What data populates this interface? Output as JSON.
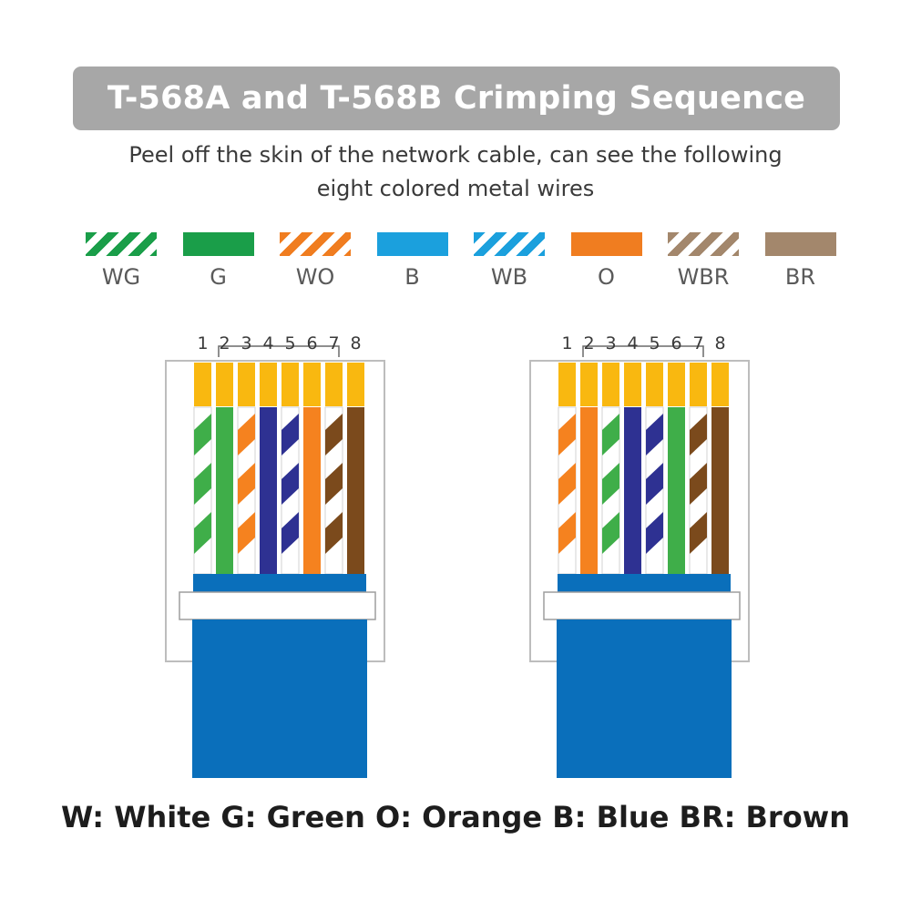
{
  "title": "T-568A and T-568B Crimping Sequence",
  "subtitle_lines": [
    "Peel off the skin of the network cable, can see the following",
    "eight colored metal wires"
  ],
  "colors": {
    "green": "#1a9e49",
    "orange": "#f07d20",
    "blue": "#1ba0dd",
    "brown": "#a3876c",
    "pin_gold": "#f9b810",
    "wire_green": "#3fae49",
    "wire_orange": "#f5821f",
    "wire_blue": "#2e3192",
    "wire_brown": "#7b4a1c",
    "jacket_blue": "#0a6fbb"
  },
  "legend": [
    {
      "code": "WG",
      "color": "green",
      "striped": true
    },
    {
      "code": "G",
      "color": "green",
      "striped": false
    },
    {
      "code": "WO",
      "color": "orange",
      "striped": true
    },
    {
      "code": "B",
      "color": "blue",
      "striped": false
    },
    {
      "code": "WB",
      "color": "blue",
      "striped": true
    },
    {
      "code": "O",
      "color": "orange",
      "striped": false
    },
    {
      "code": "WBR",
      "color": "brown",
      "striped": true
    },
    {
      "code": "BR",
      "color": "brown",
      "striped": false
    }
  ],
  "pin_numbers": [
    "1",
    "2",
    "3",
    "4",
    "5",
    "6",
    "7",
    "8"
  ],
  "connectors": [
    {
      "id": "t568a",
      "wires": [
        {
          "color": "wire_green",
          "striped": true
        },
        {
          "color": "wire_green",
          "striped": false
        },
        {
          "color": "wire_orange",
          "striped": true
        },
        {
          "color": "wire_blue",
          "striped": false
        },
        {
          "color": "wire_blue",
          "striped": true
        },
        {
          "color": "wire_orange",
          "striped": false
        },
        {
          "color": "wire_brown",
          "striped": true
        },
        {
          "color": "wire_brown",
          "striped": false
        }
      ]
    },
    {
      "id": "t568b",
      "wires": [
        {
          "color": "wire_orange",
          "striped": true
        },
        {
          "color": "wire_orange",
          "striped": false
        },
        {
          "color": "wire_green",
          "striped": true
        },
        {
          "color": "wire_blue",
          "striped": false
        },
        {
          "color": "wire_blue",
          "striped": true
        },
        {
          "color": "wire_green",
          "striped": false
        },
        {
          "color": "wire_brown",
          "striped": true
        },
        {
          "color": "wire_brown",
          "striped": false
        }
      ]
    }
  ],
  "footer": "W: White G: Green O: Orange B: Blue BR: Brown"
}
